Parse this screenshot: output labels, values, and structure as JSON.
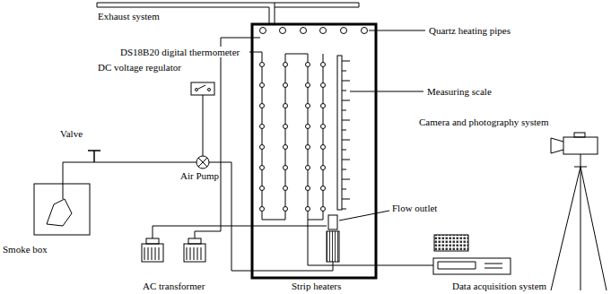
{
  "diagram": {
    "labels": [
      "Exhaust system",
      "Quartz heating pipes",
      "DS18B20 digital thermometer",
      "DC voltage regulator",
      "Measuring scale",
      "Valve",
      "Camera and photography system",
      "Air Pump",
      "Flow outlet",
      "Smoke box",
      "AC transformer",
      "Strip heaters",
      "Data acquisition system"
    ]
  }
}
